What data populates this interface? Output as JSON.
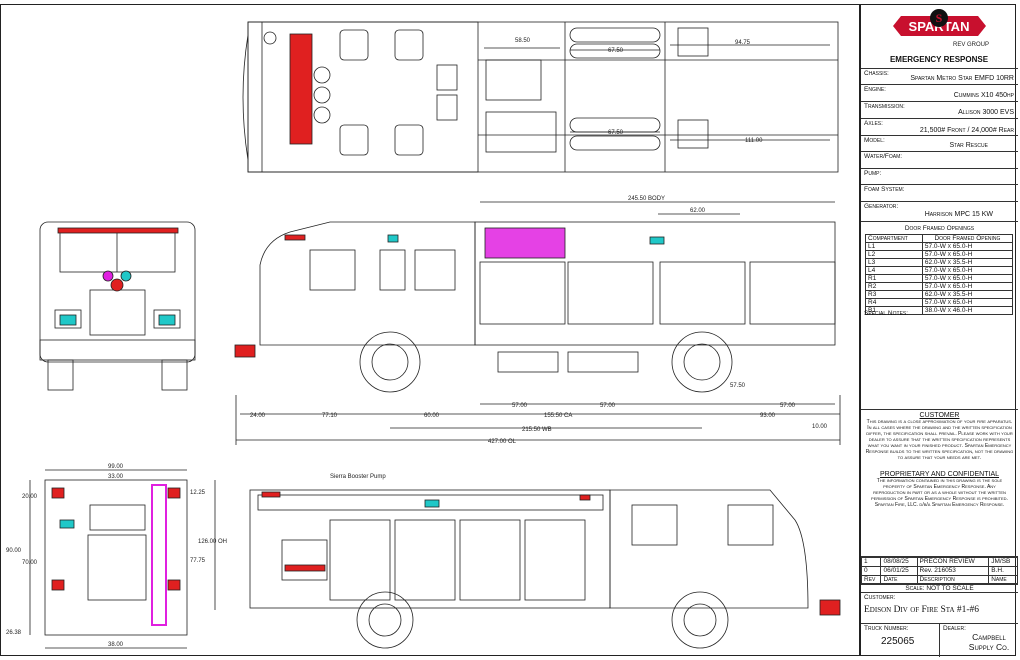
{
  "brand": {
    "name": "SPARTAN",
    "group": "REV GROUP",
    "division": "EMERGENCY RESPONSE"
  },
  "specs": [
    {
      "label": "Chassis:",
      "value": "Spartan Metro Star EMFD 10RR"
    },
    {
      "label": "Engine:",
      "value": "Cummins X10 450hp"
    },
    {
      "label": "Transmission:",
      "value": "Allison 3000 EVS"
    },
    {
      "label": "Axles:",
      "value": "21,500# Front / 24,000# Rear"
    },
    {
      "label": "Model:",
      "value": "Star Rescue"
    },
    {
      "label": "Water/Foam:",
      "value": ""
    },
    {
      "label": "Pump:",
      "value": ""
    },
    {
      "label": "Foam System:",
      "value": ""
    },
    {
      "label": "Generator:",
      "value": "Harrison MPC 15 KW"
    }
  ],
  "door_openings": {
    "title": "Door Framed Openings",
    "headers": [
      "Compartment",
      "Door Framed Opening"
    ],
    "rows": [
      [
        "L1",
        "57.0-W x 65.0-H"
      ],
      [
        "L2",
        "57.0-W x 65.0-H"
      ],
      [
        "L3",
        "62.0-W x 35.5-H"
      ],
      [
        "L4",
        "57.0-W x 65.0-H"
      ],
      [
        "R1",
        "57.0-W x 65.0-H"
      ],
      [
        "R2",
        "57.0-W x 65.0-H"
      ],
      [
        "R3",
        "62.0-W x 35.5-H"
      ],
      [
        "R4",
        "57.0-W x 65.0-H"
      ],
      [
        "B1",
        "38.0-W x 46.0-H"
      ]
    ]
  },
  "special_notes_label": "Special Notes:",
  "customer_notice": {
    "title": "CUSTOMER",
    "text": "This drawing is a close approximation of your fire apparatus. In all cases where the drawing and the written specification differ, the specification shall prevail. Please work with your dealer to assure that the written specification represents what you want in your finished product. Spartan Emergency Response builds to the written specification, not the drawing to assure that your needs are met."
  },
  "proprietary_notice": {
    "title": "PROPRIETARY AND CONFIDENTIAL",
    "text": "The information contained in this drawing is the sole property of Spartan Emergency Response. Any reproduction in part or as a whole without the written permission of Spartan Emergency Response is prohibited. Spartan Fire, LLC. d/b/a Spartan Emergency Response."
  },
  "revisions": {
    "rows": [
      [
        "1",
        "08/08/25",
        "PRECON REVIEW",
        "JM/SB"
      ],
      [
        "0",
        "06/01/25",
        "Rev. 216053",
        "B.H."
      ]
    ],
    "headers": [
      "Rev",
      "Date",
      "Description",
      "Name"
    ]
  },
  "scale": "Scale: NOT TO SCALE",
  "customer": {
    "label": "Customer:",
    "value": "Edison Div of Fire Sta #1-#6"
  },
  "truck_number": {
    "label": "Truck Number:",
    "value": "225065"
  },
  "dealer": {
    "label": "Dealer:",
    "value": "Campbell Supply Co."
  },
  "dimensions": {
    "top": [
      "58.50",
      "67.50",
      "94.75",
      "67.50",
      "111.00"
    ],
    "side_upper": [
      "245.50 BODY",
      "62.00"
    ],
    "side_lower": [
      "24.00",
      "77.10",
      "60.00",
      "57.00",
      "57.00",
      "155.50 CA",
      "93.00",
      "57.00",
      "215.50 WB",
      "427.00 OL",
      "57.50",
      "10.00"
    ],
    "rear": [
      "99.00",
      "33.00",
      "20.00",
      "12.25",
      "90.00",
      "70.00",
      "77.75",
      "26.38",
      "38.00",
      "126.00 OH"
    ],
    "booster_label": "Sierra Booster Pump"
  },
  "colors": {
    "red": "#e02020",
    "magenta": "#e020e0",
    "cyan": "#20c8c8",
    "brand_red": "#c8102e"
  }
}
